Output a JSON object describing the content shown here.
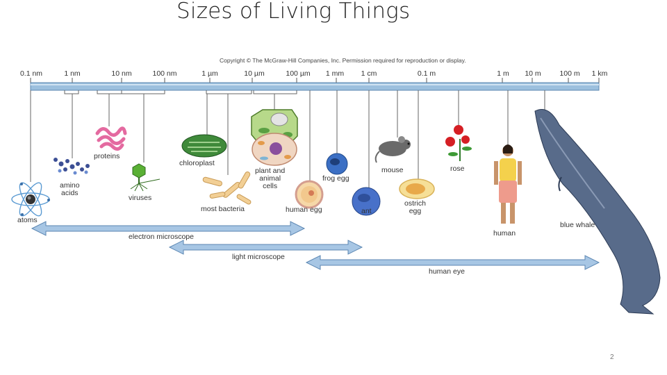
{
  "title": "Sizes of Living Things",
  "copyright": "Copyright © The McGraw-Hill Companies, Inc. Permission required for reproduction or display.",
  "scale": [
    "0.1 nm",
    "1 nm",
    "10 nm",
    "100 nm",
    "1 µm",
    "10 µm",
    "100 µm",
    "1 mm",
    "1 cm",
    "0.1 m",
    "1 m",
    "10 m",
    "100 m",
    "1 km"
  ],
  "objects": {
    "atoms": "atoms",
    "amino_acids": "amino\nacids",
    "proteins": "proteins",
    "viruses": "viruses",
    "chloroplast": "chloroplast",
    "most_bacteria": "most bacteria",
    "plant_animal_cells": "plant and\nanimal\ncells",
    "human_egg": "human egg",
    "frog_egg": "frog egg",
    "ant": "ant",
    "mouse": "mouse",
    "ostrich_egg": "ostrich\negg",
    "rose": "rose",
    "human": "human",
    "blue_whale": "blue whale"
  },
  "ranges": {
    "electron": "electron microscope",
    "light": "light microscope",
    "eye": "human eye"
  },
  "page_number": "2"
}
